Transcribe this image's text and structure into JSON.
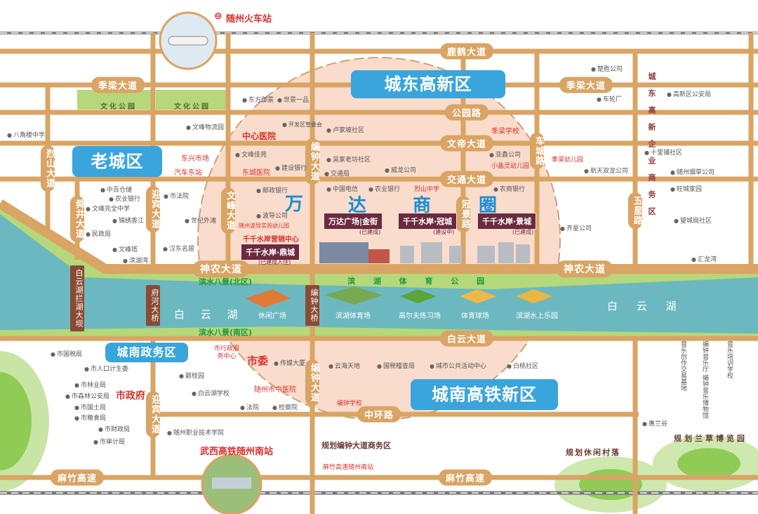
{
  "colors": {
    "road": "#d9a464",
    "district_blue": "#3aa5dc",
    "zone_pink": "#f9dccb",
    "lake": "#6cb8c0",
    "bank_green": "#a9d36a",
    "project": "#6b2a3d",
    "red": "#d8322d"
  },
  "top_station": "随州火车站",
  "districts": {
    "old_city": "老城区",
    "east_hitech": "城东高新区",
    "south_gov": "城南政务区",
    "south_hsr": "城南高铁新区"
  },
  "wanda_circle": [
    "万",
    "达",
    "商",
    "圈"
  ],
  "east_vertical": "城东高新企业商务区",
  "roads": {
    "luhe": "鹿鹤大道",
    "jiliang": "季梁大道",
    "gongyuan": "公园路",
    "wendi": "文帝大道",
    "jiaotong": "交通大道",
    "shennong": "神农大道",
    "baiyun": "白云大道",
    "zhonghuan": "中环路",
    "mazhu": "麻竹高速",
    "lieshan": "烈山大道",
    "shunjing": "舜井大道",
    "yingbin": "迎宾大道",
    "wenfeng": "文峰大道",
    "bianzhong": "编钟大道",
    "guanjing": "冠景路",
    "chechen": "车城路",
    "wuxing": "五星路"
  },
  "bridges": {
    "fuhe": "府河大桥",
    "bianzhong": "编钟大桥",
    "dam": "白云湖拦湖大坝"
  },
  "parks": {
    "culture": "文化公园",
    "north_bank": "滨水八景(北区)",
    "south_bank": "滨水八景(南区)",
    "sports_park": "滨 湖 体 育 公 园",
    "lake": "白 云 湖"
  },
  "park_facilities": [
    "休闲广场",
    "滨湖体育场",
    "高尔夫练习场",
    "体育球场",
    "滨湖水上乐园"
  ],
  "projects": [
    {
      "name": "万达广场|金街",
      "status": "(已建成)"
    },
    {
      "name": "千千水岸·冠城",
      "status": "(建设中)"
    },
    {
      "name": "千千水岸·景城",
      "status": "(已建成)"
    },
    {
      "name": "千千水岸·鼎城",
      "status": "(已建成入住)"
    }
  ],
  "red_pois": [
    "中心医院",
    "东兴市场",
    "汽车东站",
    "东城医院",
    "随州波导实验幼儿园",
    "千千水岸营销中心",
    "季梁学校",
    "小晶灵幼儿园",
    "季梁幼儿园",
    "烈山中学",
    "市行政服务中心",
    "市委",
    "随州市中医院",
    "市政府",
    "编钟学校",
    "武西高铁随州南站",
    "麻竹高速随州南站"
  ],
  "pois": [
    "东方御景",
    "世景一品",
    "开发区管委会",
    "八角楼中学",
    "文峰物流园",
    "文峰佳苑",
    "建设银行",
    "邮政银行",
    "波导公司",
    "中百仓储",
    "农业银行",
    "文峰完全中学",
    "锦绣香江",
    "民政局",
    "文峰塔",
    "滨湖湾",
    "市法院",
    "世纪外滩",
    "汉东名居",
    "卢家坡社区",
    "吴家老坊社区",
    "交通局",
    "威龙公司",
    "亚鑫公司",
    "中国电信",
    "农业银行",
    "农商银行",
    "楚胜公司",
    "车轮厂",
    "高新区公安局",
    "十里铺社区",
    "随州烟草公司",
    "旺城家园",
    "望城岗社区",
    "航天双龙公司",
    "齐星公司",
    "汇龙湾",
    "市国税局",
    "市人口计生委",
    "市林业局",
    "市森林公安局",
    "市国土局",
    "市粮食局",
    "市财政局",
    "市审计局",
    "碧桂园",
    "白云湖学校",
    "法院",
    "检察院",
    "传媒大厦",
    "随州职业技术学院",
    "云海天地",
    "国税稽查局",
    "城市公共活动中心",
    "白桃社区",
    "惠兰谷"
  ],
  "vertical_pois": [
    "音乐创作交易基地",
    "编钟音乐厅",
    "编钟音乐博物馆",
    "音乐培训学校"
  ],
  "planned": [
    "规划编钟大道商务区",
    "规划休闲村落",
    "规划兰草博览园"
  ]
}
